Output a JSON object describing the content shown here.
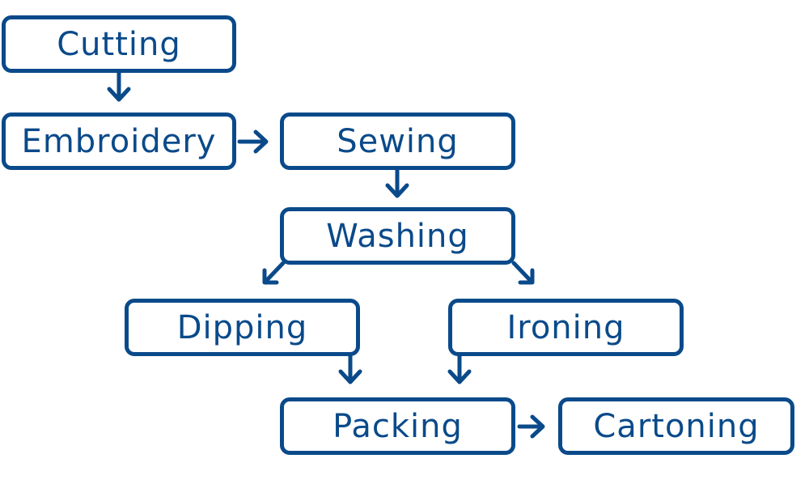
{
  "colors": {
    "accent": "#0a4a8a",
    "background": "#ffffff"
  },
  "nodes": {
    "cutting": "Cutting",
    "embroidery": "Embroidery",
    "sewing": "Sewing",
    "washing": "Washing",
    "dipping": "Dipping",
    "ironing": "Ironing",
    "packing": "Packing",
    "cartoning": "Cartoning"
  },
  "edges": [
    {
      "from": "Cutting",
      "to": "Embroidery"
    },
    {
      "from": "Embroidery",
      "to": "Sewing"
    },
    {
      "from": "Sewing",
      "to": "Washing"
    },
    {
      "from": "Washing",
      "to": "Dipping"
    },
    {
      "from": "Washing",
      "to": "Ironing"
    },
    {
      "from": "Dipping",
      "to": "Packing"
    },
    {
      "from": "Ironing",
      "to": "Packing"
    },
    {
      "from": "Packing",
      "to": "Cartoning"
    }
  ]
}
